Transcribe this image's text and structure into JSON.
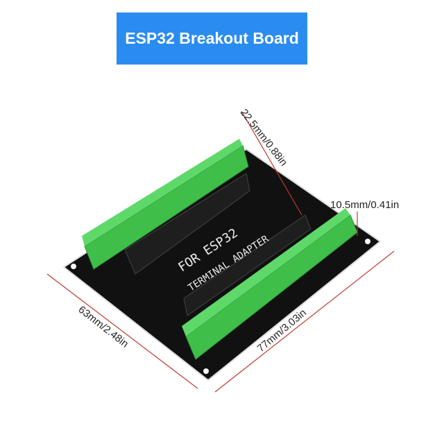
{
  "banner": {
    "title": "ESP32 Breakout Board",
    "color": "#2a8cf0"
  },
  "board": {
    "silkscreen_line1": "FOR ESP32",
    "silkscreen_line2": "TERMINAL ADAPTER",
    "pcb_color": "#111111",
    "terminal_color": "#3fbf4a"
  },
  "dimensions": {
    "header_spacing": "22.5mm/0.88in",
    "terminal_height": "10.5mm/0.41in",
    "width": "63mm/2.48in",
    "length": "77mm/3.03in",
    "line_color": "#c0392b"
  }
}
